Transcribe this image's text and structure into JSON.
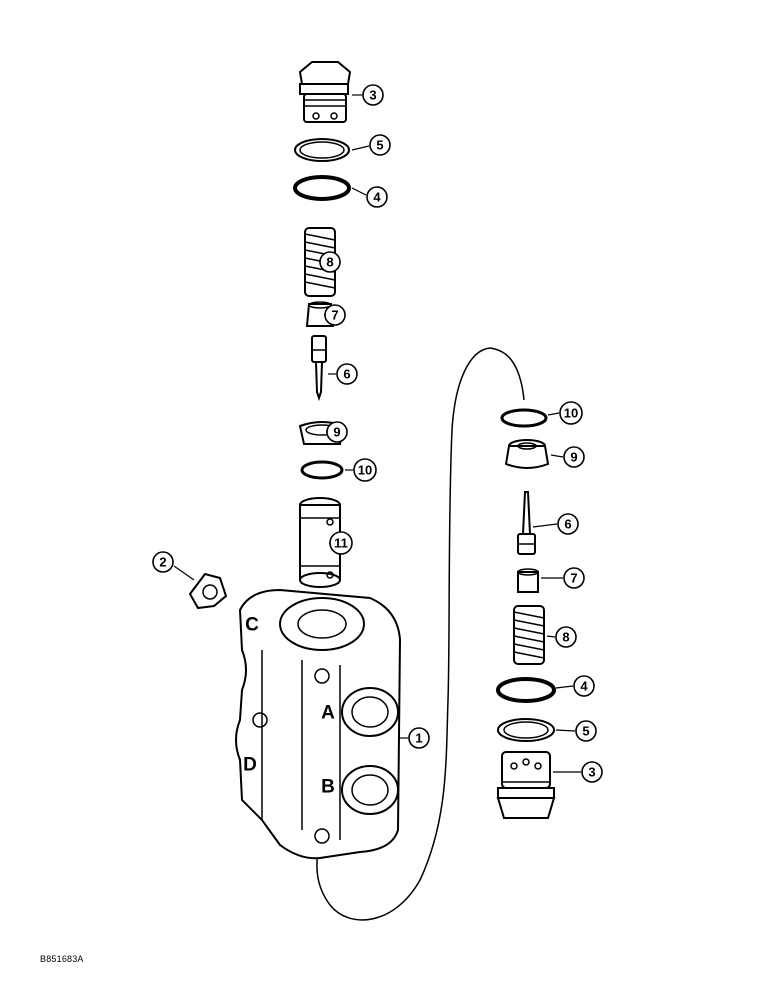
{
  "figure_id": "B851683A",
  "port_letters": {
    "a": "A",
    "b": "B",
    "c": "C",
    "d": "D"
  },
  "callouts": {
    "left_plug": "3",
    "left_backup_ring": "5",
    "left_oring": "4",
    "left_spring": "8",
    "left_sleeve": "7",
    "left_poppet": "6",
    "left_seat": "9",
    "left_seat_oring": "10",
    "left_cartridge": "11",
    "side_plug": "2",
    "valve_body": "1",
    "right_seat_oring": "10",
    "right_seat": "9",
    "right_poppet": "6",
    "right_sleeve": "7",
    "right_spring": "8",
    "right_oring": "4",
    "right_backup_ring": "5",
    "right_plug": "3"
  }
}
